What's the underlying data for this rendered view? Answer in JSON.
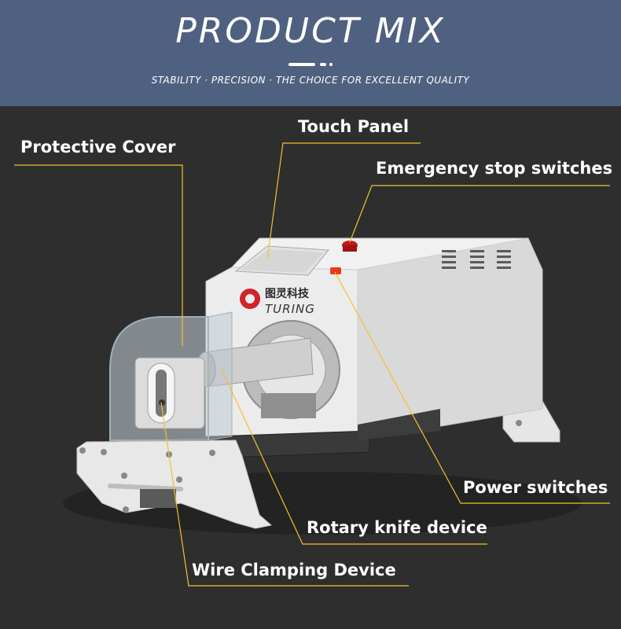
{
  "header": {
    "title": "PRODUCT MIX",
    "subtitle": "STABILITY · PRECISION · THE CHOICE FOR EXCELLENT QUALITY"
  },
  "brand": {
    "chinese_name": "图灵科技",
    "latin_name": "TURING"
  },
  "callouts": {
    "protective_cover": "Protective Cover",
    "touch_panel": "Touch Panel",
    "emergency_stop": "Emergency stop switches",
    "power_switches": "Power switches",
    "rotary_knife": "Rotary knife device",
    "wire_clamping": "Wire Clamping Device"
  },
  "colors": {
    "header_bg": "#4f6180",
    "background": "#2e2e2e",
    "leader_line": "#f2c12e",
    "text": "#ffffff",
    "machine_body": "#e9e9e9",
    "logo_red": "#d2232a"
  }
}
